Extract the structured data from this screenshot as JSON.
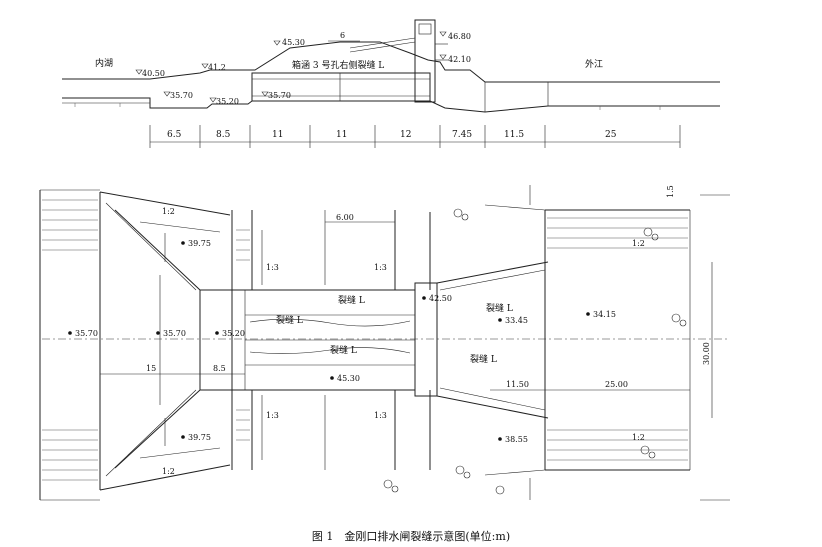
{
  "section": {
    "label_inner_lake": "内湖",
    "label_outer_river": "外江",
    "crack_label": "箱涵 3 号孔右侧裂缝 L",
    "elevations": [
      "40.50",
      "41.2",
      "35.70",
      "35.20",
      "45.30",
      "35.70",
      "6",
      "46.80",
      "42.10"
    ],
    "dimensions": [
      "6.5",
      "8.5",
      "11",
      "11",
      "12",
      "7.45",
      "11.5",
      "25"
    ]
  },
  "plan": {
    "elevations": [
      "39.75",
      "35.70",
      "35.70",
      "35.20",
      "42.50",
      "33.45",
      "34.15",
      "45.30",
      "39.75",
      "38.55"
    ],
    "slopes": [
      "1:2",
      "1:3",
      "1:3",
      "1:3",
      "1:3",
      "1:2",
      "1:2",
      "1:2"
    ],
    "dimensions": [
      "6.00",
      "15",
      "8.5",
      "11.50",
      "25.00",
      "30.00",
      "1.5"
    ],
    "cracks": [
      "裂缝 L",
      "裂缝 L",
      "裂缝 L",
      "裂缝 L",
      "裂缝 L"
    ]
  },
  "caption": "图 1　金刚口排水闸裂缝示意图(单位:m)"
}
